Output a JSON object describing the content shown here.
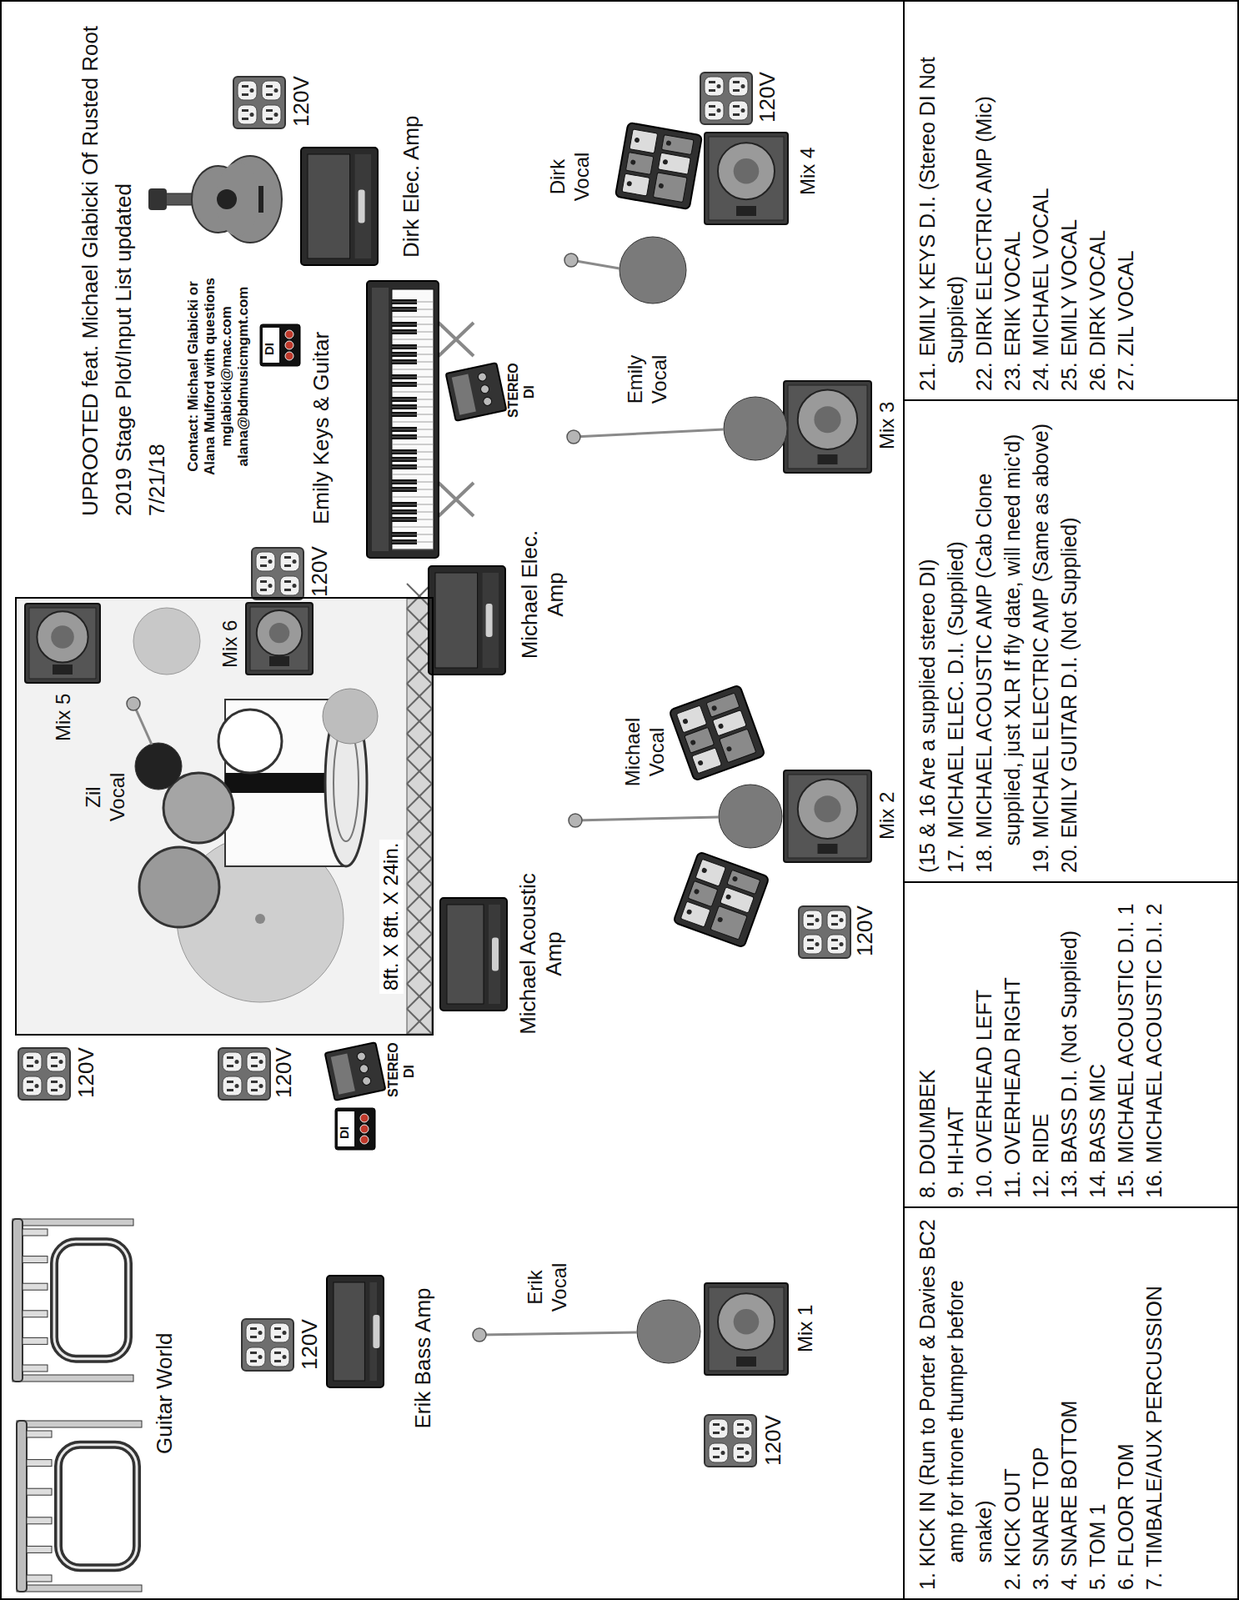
{
  "diagram": {
    "title": "UPROOTED feat. Michael Glabicki Of Rusted Root 2019 Stage Plot/Input List updated",
    "nodes": [
      {
        "text": [
          "8ft. X 8ft. X 24in."
        ]
      },
      {
        "text": [
          "1. KICK IN (Run to Porter & Davies BC2 amp for throne thumper before snake)",
          "2. KICK OUT",
          "3. SNARE TOP",
          "4. SNARE BOTTOM",
          "5. TOM 1",
          "6. FLOOR TOM",
          "7. TIMBALE/AUX PERCUSSION"
        ]
      },
      {
        "text": [
          "8. DOUMBEK",
          "9. HI-HAT",
          "10. OVERHEAD LEFT",
          "11. OVERHEAD RIGHT",
          "12. RIDE",
          "13. BASS D.I. (Not Supplied)",
          "14. BASS MIC",
          "15. MICHAEL ACOUSTIC D.I. 1",
          "16. MICHAEL ACOUSTIC D.I. 2"
        ]
      },
      {
        "text": [
          "(15 & 16 Are a supplied stereo DI)",
          "17. MICHAEL ELEC. D.I. (Supplied)",
          "18. MICHAEL ACOUSTIC AMP (Cab Clone supplied, just XLR If fly date, will need mic'd)",
          "19. MICHAEL ELECTRIC AMP (Same as above)",
          "20. EMILY GUITAR D.I. (Not Supplied)"
        ]
      },
      {
        "text": [
          "21. EMILY KEYS D.I. (Stereo DI Not Supplied)",
          "22. DIRK ELECTRIC AMP (Mic)",
          "23. ERIK VOCAL",
          "24. MICHAEL VOCAL",
          "25. EMILY VOCAL",
          "26. DIRK VOCAL",
          "27. ZIL VOCAL"
        ]
      }
    ],
    "labels": [
      "Guitar World",
      "Erik Bass Amp",
      "120V",
      "Erik Vocal",
      "Mix 1",
      "120V",
      "120V",
      "120V",
      "STEREO DI",
      "DI",
      "Michael Acoustic Amp",
      "Michael Vocal",
      "120V",
      "Mix 2",
      "Zil Vocal",
      "Mix 5",
      "Mix 6",
      "Michael Elec. Amp",
      "120V",
      "Emily Keys & Guitar",
      "STEREO DI",
      "DI",
      "Emily Vocal",
      "Mix 3",
      "7/21/18",
      "Contact: Michael Glabicki or Alana Mulford with questions mglabicki@mac.com alana@bdmusicmgmt.com",
      "Dirk Elec. Amp",
      "120V",
      "Dirk Vocal",
      "Mix 4",
      "120V"
    ]
  }
}
